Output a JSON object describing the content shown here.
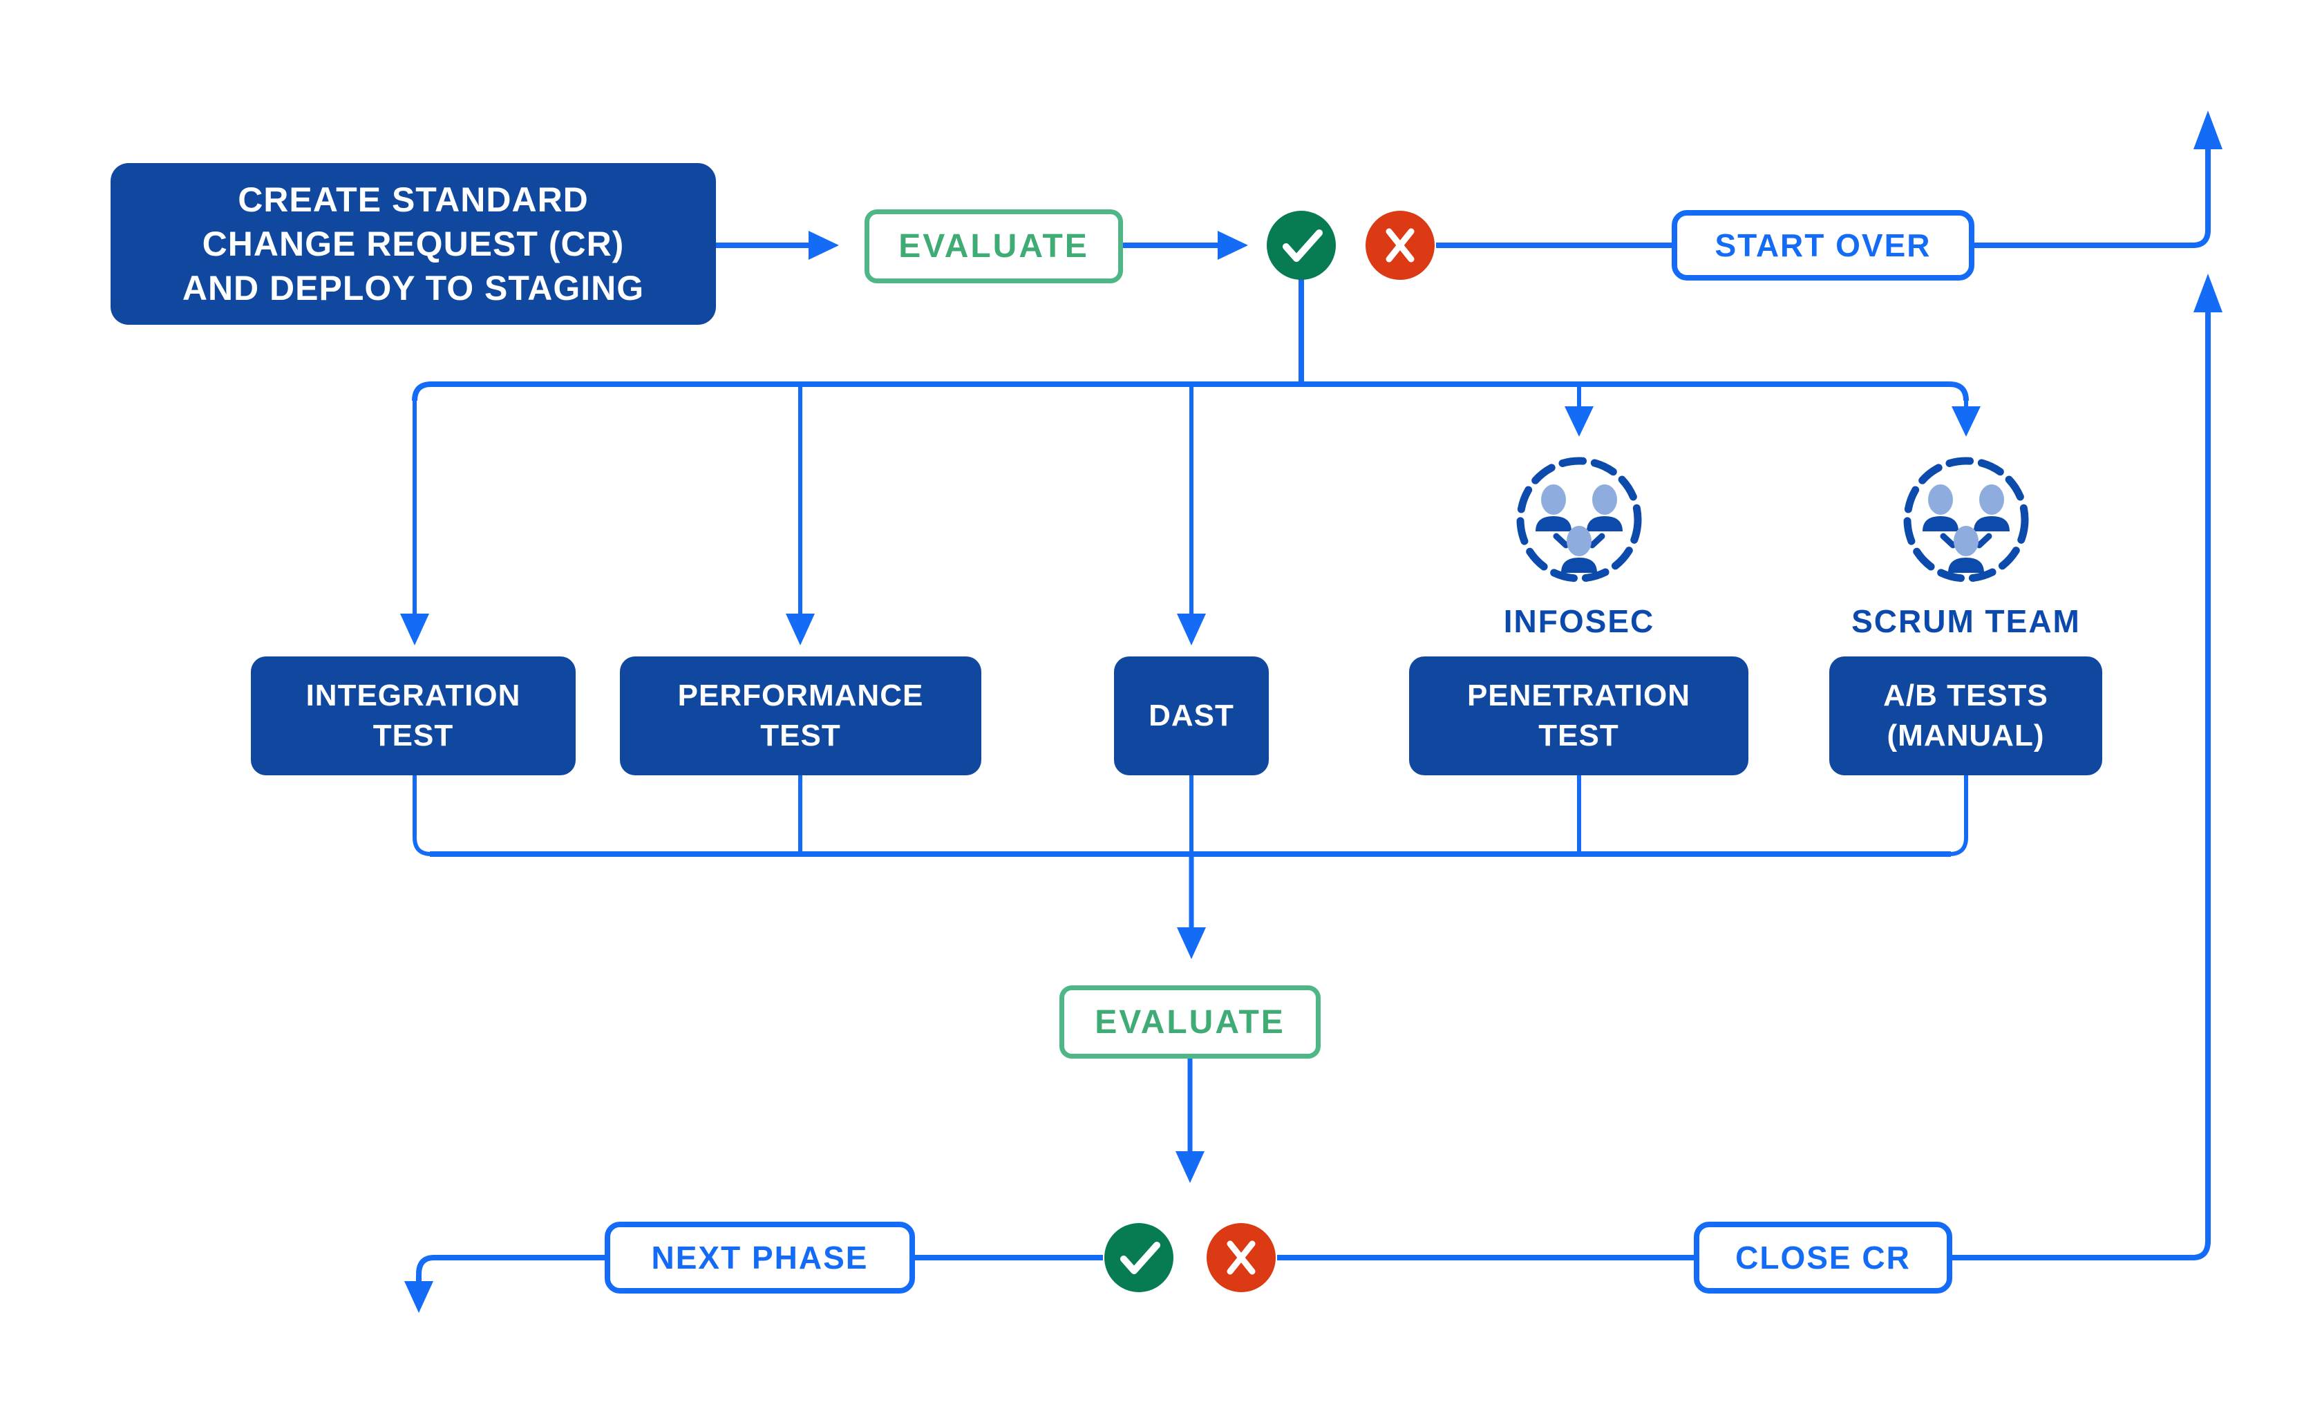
{
  "diagram": {
    "type": "flowchart",
    "colors": {
      "background": "#ffffff",
      "connector_blue": "#146BF6",
      "filled_box_navy": "#11489F",
      "filled_box_text": "#ffffff",
      "team_navy": "#0B4AAD",
      "team_head_blue": "#8EADDE",
      "evaluate_green_border": "#4FB687",
      "evaluate_green_text": "#3FAB75",
      "pass_green": "#077C52",
      "fail_red": "#DC3A15"
    },
    "nodes": {
      "create_cr": {
        "lines": [
          "CREATE STANDARD",
          "CHANGE REQUEST (CR)",
          "AND DEPLOY TO STAGING"
        ]
      },
      "evaluate_top": {
        "label": "EVALUATE"
      },
      "start_over": {
        "label": "START OVER"
      },
      "integration_test": {
        "lines": [
          "INTEGRATION",
          "TEST"
        ]
      },
      "performance_test": {
        "lines": [
          "PERFORMANCE",
          "TEST"
        ]
      },
      "dast": {
        "label": "DAST"
      },
      "penetration_test": {
        "lines": [
          "PENETRATION",
          "TEST"
        ]
      },
      "ab_tests": {
        "lines": [
          "A/B TESTS",
          "(MANUAL)"
        ]
      },
      "infosec": {
        "label": "INFOSEC"
      },
      "scrum_team": {
        "label": "SCRUM TEAM"
      },
      "evaluate_bottom": {
        "label": "EVALUATE"
      },
      "next_phase": {
        "label": "NEXT PHASE"
      },
      "close_cr": {
        "label": "CLOSE CR"
      }
    },
    "icons": {
      "pass": "check-icon (green circle with white checkmark)",
      "fail": "cross-icon (red circle with white x)",
      "team": "team-icon (dashed circle with three people)"
    }
  }
}
